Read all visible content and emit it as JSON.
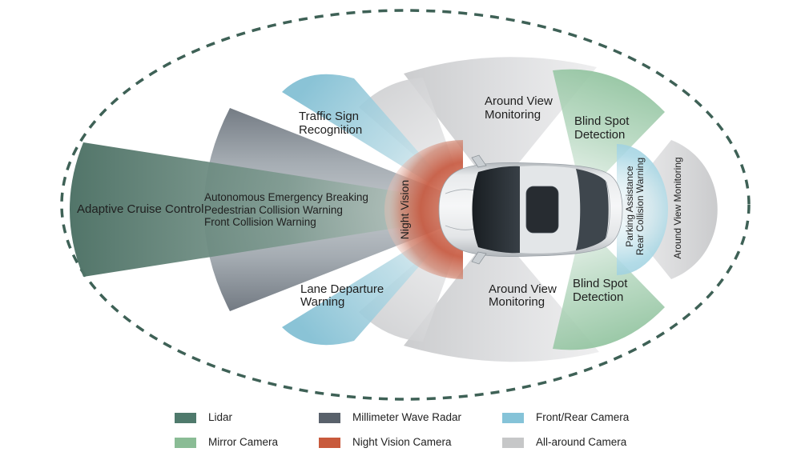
{
  "scene": {
    "boundary_color": "#3e6156",
    "labels": {
      "acc": "Adaptive Cruise Control",
      "aeb1": "Autonomous Emergency Breaking",
      "aeb2": "Pedestrian Collision Warning",
      "aeb3": "Front Collision Warning",
      "tsr1": "Traffic Sign",
      "tsr2": "Recognition",
      "ldw1": "Lane Departure",
      "ldw2": "Warning",
      "night_vision": "Night Vision",
      "avm_top1": "Around View",
      "avm_top2": "Monitoring",
      "avm_bottom1": "Around View",
      "avm_bottom2": "Monitoring",
      "avm_right": "Around View Monitoring",
      "bsd_top1": "Blind Spot",
      "bsd_top2": "Detection",
      "bsd_bottom1": "Blind Spot",
      "bsd_bottom2": "Detection",
      "parking1": "Parking Assistance",
      "parking2": "Rear Collision Warning"
    }
  },
  "legend": {
    "items": [
      {
        "label": "Lidar",
        "color": "#4f7a6c"
      },
      {
        "label": "Millimeter Wave Radar",
        "color": "#59616b"
      },
      {
        "label": "Front/Rear Camera",
        "color": "#85c3d8"
      },
      {
        "label": "Mirror Camera",
        "color": "#8abc95"
      },
      {
        "label": "Night Vision Camera",
        "color": "#c85a3c"
      },
      {
        "label": "All-around Camera",
        "color": "#c6c7c8"
      }
    ]
  }
}
